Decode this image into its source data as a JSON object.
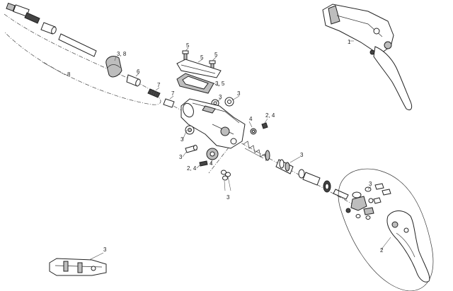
{
  "callouts": {
    "c1": "1",
    "c2": "2",
    "c3": "3",
    "c35a": "3, 5",
    "c38": "3, 8",
    "c4": "4",
    "c5": "5",
    "c6": "6",
    "c7": "7",
    "c8": "8",
    "c24": "2, 4"
  },
  "colors": {
    "line": "#222222",
    "fill_light": "#ffffff",
    "fill_mid": "#bdbdbd",
    "fill_dark": "#444444"
  }
}
